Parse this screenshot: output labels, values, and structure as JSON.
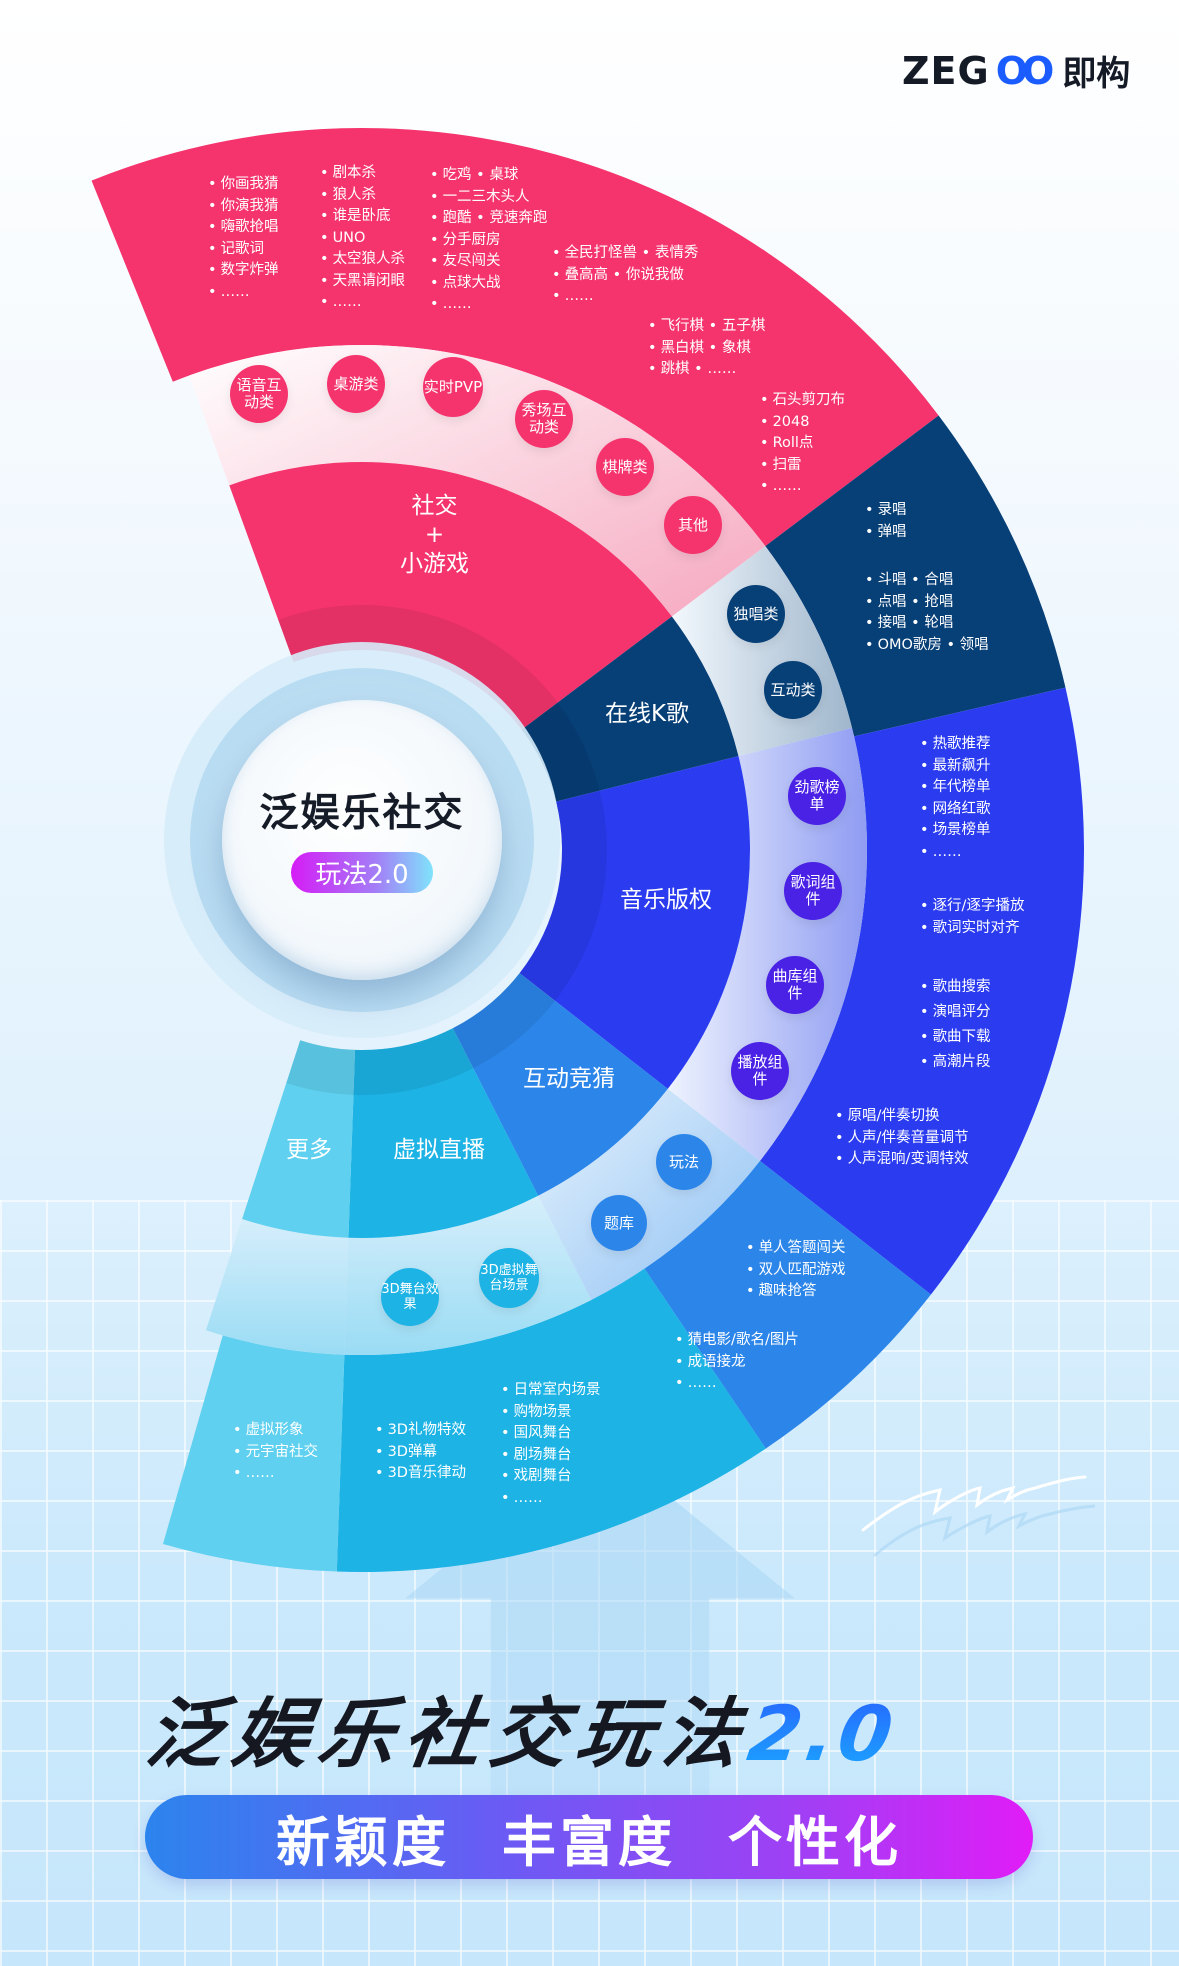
{
  "brand": {
    "logo_latin": "ZEG",
    "logo_oo": "O",
    "logo_cn": "即构",
    "accent": "#1a5cff"
  },
  "center": {
    "title": "泛娱乐社交",
    "badge": "玩法2.0"
  },
  "segments": [
    {
      "id": "social-games",
      "label_lines": [
        "社交",
        "+",
        "小游戏"
      ],
      "color": "#f5346d",
      "subcategories": [
        "语音互动类",
        "桌游类",
        "实时PVP",
        "秀场互动类",
        "棋牌类",
        "其他"
      ],
      "details": [
        [
          "你画我猜",
          "你演我猜",
          "嗨歌抢唱",
          "记歌词",
          "数字炸弹",
          "……"
        ],
        [
          "剧本杀",
          "狼人杀",
          "谁是卧底",
          "UNO",
          "太空狼人杀",
          "天黑请闭眼",
          "……"
        ],
        [
          "吃鸡  • 桌球",
          "一二三木头人",
          "跑酷  • 竞速奔跑",
          "分手厨房",
          "友尽闯关",
          "点球大战",
          "……"
        ],
        [
          "全民打怪兽  • 表情秀",
          "叠高高  • 你说我做",
          "……"
        ],
        [
          "飞行棋 • 五子棋",
          "黑白棋 • 象棋",
          "跳棋     • ……"
        ],
        [
          "石头剪刀布",
          "2048",
          "Roll点",
          "扫雷",
          "……"
        ]
      ]
    },
    {
      "id": "online-karaoke",
      "label_lines": [
        "在线K歌"
      ],
      "color": "#073f77",
      "subcategories": [
        "独唱类",
        "互动类"
      ],
      "details": [
        [
          "录唱",
          "弹唱"
        ],
        [
          "斗唱    • 合唱",
          "点唱    • 抢唱",
          "接唱    • 轮唱",
          "OMO歌房 • 领唱"
        ]
      ]
    },
    {
      "id": "music-copyright",
      "label_lines": [
        "音乐版权"
      ],
      "color": "#2b3cf0",
      "subcategories": [
        "劲歌榜单",
        "歌词组件",
        "曲库组件",
        "播放组件"
      ],
      "details": [
        [
          "热歌推荐",
          "最新飙升",
          "年代榜单",
          "网络红歌",
          "场景榜单",
          "……"
        ],
        [
          "逐行/逐字播放",
          "歌词实时对齐"
        ],
        [
          "歌曲搜索",
          "演唱评分",
          "歌曲下载",
          "高潮片段"
        ],
        [
          "原唱/伴奏切换",
          "人声/伴奏音量调节",
          "人声混响/变调特效"
        ]
      ]
    },
    {
      "id": "interactive-quiz",
      "label_lines": [
        "互动竞猜"
      ],
      "color": "#2c86ea",
      "subcategories": [
        "玩法",
        "题库"
      ],
      "details": [
        [
          "单人答题闯关",
          "双人匹配游戏",
          "趣味抢答"
        ],
        [
          "猜电影/歌名/图片",
          "成语接龙",
          "……"
        ]
      ]
    },
    {
      "id": "virtual-live",
      "label_lines": [
        "虚拟直播"
      ],
      "color": "#1db3e5",
      "subcategories": [
        "3D舞台效果",
        "3D虚拟舞台场景"
      ],
      "details": [
        [
          "3D礼物特效",
          "3D弹幕",
          "3D音乐律动"
        ],
        [
          "日常室内场景",
          "购物场景",
          "国风舞台",
          "剧场舞台",
          "戏剧舞台",
          "……"
        ]
      ]
    },
    {
      "id": "more",
      "label_lines": [
        "更多"
      ],
      "color": "#5fd0ef",
      "subcategories": [],
      "details": [
        [
          "虚拟形象",
          "元宇宙社交",
          "……"
        ]
      ]
    }
  ],
  "footer": {
    "title": "泛娱乐社交玩法",
    "title_version": "2.0",
    "slogans": [
      "新颖度",
      "丰富度",
      "个性化"
    ]
  }
}
